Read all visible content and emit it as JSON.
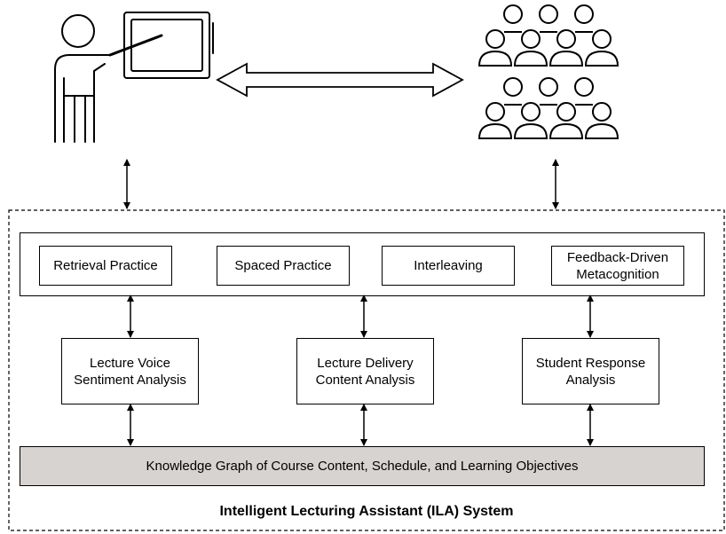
{
  "system_title": "Intelligent Lecturing Assistant (ILA) System",
  "strategies": [
    {
      "label": "Retrieval Practice"
    },
    {
      "label": "Spaced Practice"
    },
    {
      "label": "Interleaving"
    },
    {
      "label": "Feedback-Driven\nMetacognition"
    }
  ],
  "analyses": [
    {
      "label": "Lecture Voice\nSentiment Analysis"
    },
    {
      "label": "Lecture Delivery\nContent Analysis"
    },
    {
      "label": "Student Response\nAnalysis"
    }
  ],
  "knowledge_graph": "Knowledge Graph of Course Content, Schedule, and Learning Objectives",
  "icons": {
    "teacher": "teacher-at-board-icon",
    "students": "student-group-icon"
  }
}
